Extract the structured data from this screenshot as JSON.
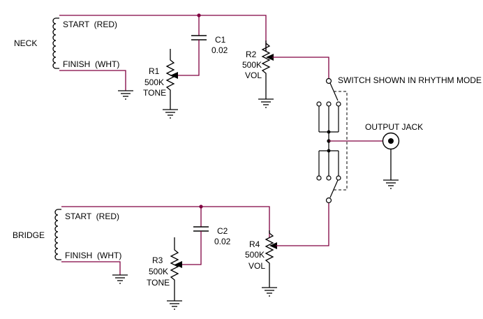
{
  "diagram": {
    "wire_color": "#800040",
    "ink_color": "#000000",
    "neck": {
      "label": "NECK",
      "start": "START  (RED)",
      "finish": "FINISH  (WHT)",
      "tone_pot": {
        "ref": "R1",
        "value": "500K",
        "role": "TONE"
      },
      "cap": {
        "ref": "C1",
        "value": "0.02"
      },
      "vol_pot": {
        "ref": "R2",
        "value": "500K",
        "role": "VOL"
      }
    },
    "bridge": {
      "label": "BRIDGE",
      "start": "START  (RED)",
      "finish": "FINISH  (WHT)",
      "tone_pot": {
        "ref": "R3",
        "value": "500K",
        "role": "TONE"
      },
      "cap": {
        "ref": "C2",
        "value": "0.02"
      },
      "vol_pot": {
        "ref": "R4",
        "value": "500K",
        "role": "VOL"
      }
    },
    "switch_note": "SWITCH SHOWN IN RHYTHM MODE",
    "output_jack": "OUTPUT JACK",
    "icons": [
      "coil-icon",
      "ground-icon",
      "capacitor-icon",
      "potentiometer-icon",
      "switch-icon",
      "jack-icon"
    ]
  }
}
